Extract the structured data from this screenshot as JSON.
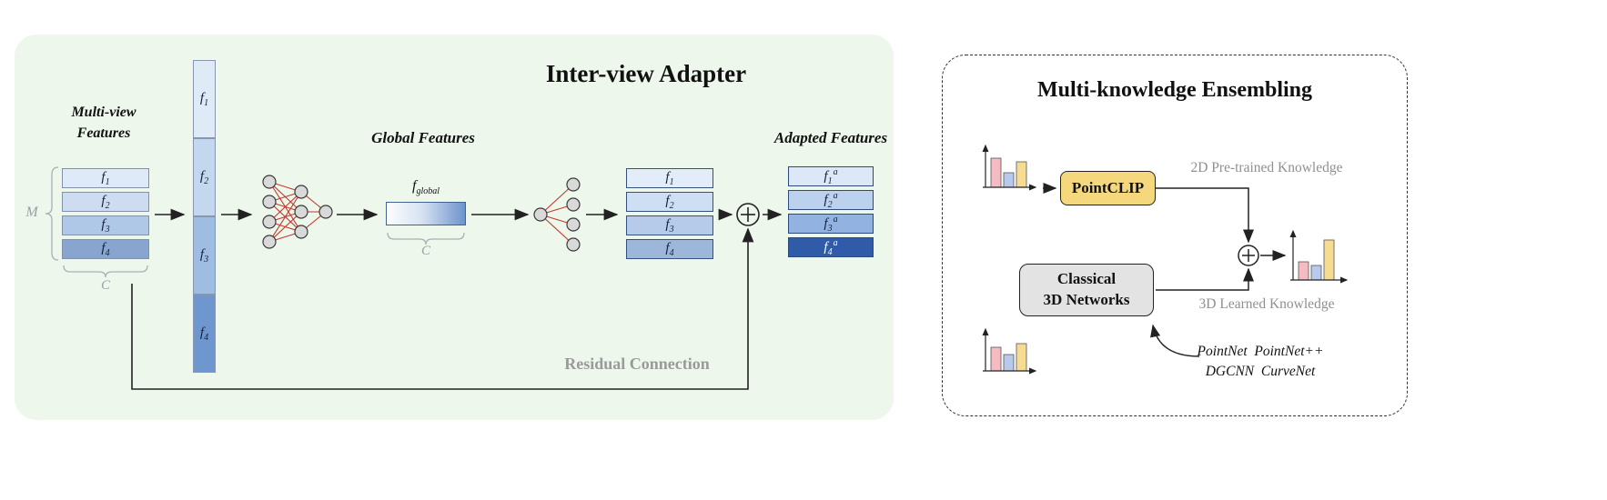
{
  "left_panel": {
    "title": "Inter-view Adapter",
    "multiview_label_1": "Multi-view",
    "multiview_label_2": "Features",
    "m_label": "M",
    "c_label": "C",
    "global_features_label": "Global Features",
    "fglobal": {
      "base": "f",
      "sub": "global"
    },
    "adapted_features_label": "Adapted Features",
    "residual_label": "Residual Connection",
    "input_stack": [
      {
        "base": "f",
        "sub": "1"
      },
      {
        "base": "f",
        "sub": "2"
      },
      {
        "base": "f",
        "sub": "3"
      },
      {
        "base": "f",
        "sub": "4"
      }
    ],
    "column_stack": [
      {
        "base": "f",
        "sub": "1"
      },
      {
        "base": "f",
        "sub": "2"
      },
      {
        "base": "f",
        "sub": "3"
      },
      {
        "base": "f",
        "sub": "4"
      }
    ],
    "mid_stack": [
      {
        "base": "f",
        "sub": "1"
      },
      {
        "base": "f",
        "sub": "2"
      },
      {
        "base": "f",
        "sub": "3"
      },
      {
        "base": "f",
        "sub": "4"
      }
    ],
    "adapted_stack": [
      {
        "base": "f",
        "sub": "1",
        "sup": "a"
      },
      {
        "base": "f",
        "sub": "2",
        "sup": "a"
      },
      {
        "base": "f",
        "sub": "3",
        "sup": "a"
      },
      {
        "base": "f",
        "sub": "4",
        "sup": "a"
      }
    ]
  },
  "right_panel": {
    "title": "Multi-knowledge Ensembling",
    "pointclip_label": "PointCLIP",
    "classical_label_1": "Classical",
    "classical_label_2": "3D Networks",
    "knowledge_2d": "2D Pre-trained Knowledge",
    "knowledge_3d": "3D Learned Knowledge",
    "networks_1": "PointNet  PointNet++",
    "networks_2": "DGCNN  CurveNet"
  },
  "colors": {
    "panel_bg": "#edf7ec",
    "stack_blues": [
      "#dfeaf8",
      "#cddcf1",
      "#b0c8e8",
      "#87a5cf"
    ],
    "column_blues": [
      "#dfeaf7",
      "#c3d7ef",
      "#9fbde2",
      "#6f97cf"
    ],
    "adapted_blues": [
      "#dce8f8",
      "#bcd1ee",
      "#92b3e1",
      "#2f5ba9"
    ],
    "pointclip_fill": "#f5d87e",
    "classical_fill": "#e3e3e3",
    "bar_pink": "#f4bcc2",
    "bar_blue": "#b8c9ec",
    "bar_yellow": "#f6dc92",
    "net_edge_red": "#c0392b"
  }
}
